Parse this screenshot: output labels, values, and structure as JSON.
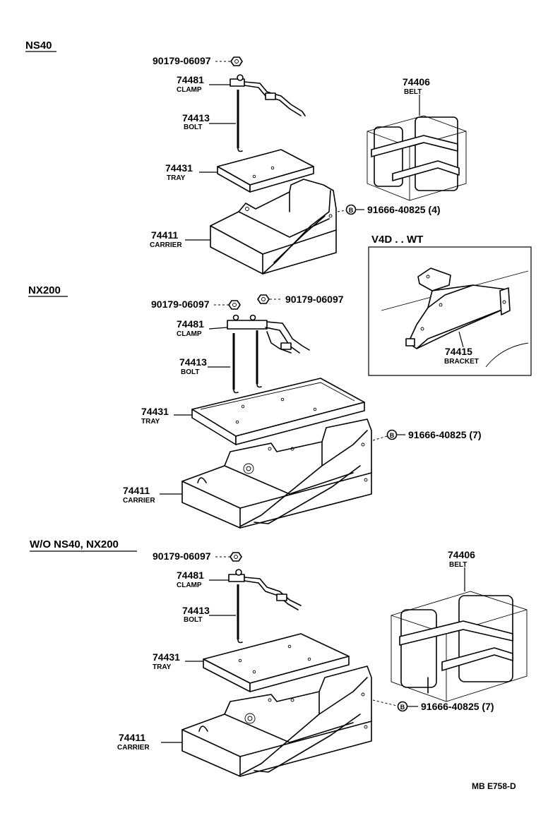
{
  "sections": [
    {
      "title": "NS40",
      "parts": {
        "nut": {
          "number": "90179-06097"
        },
        "clamp": {
          "number": "74481",
          "name": "CLAMP"
        },
        "bolt": {
          "number": "74413",
          "name": "BOLT"
        },
        "tray": {
          "number": "74431",
          "name": "TRAY"
        },
        "carrier": {
          "number": "74411",
          "name": "CARRIER"
        },
        "belt": {
          "number": "74406",
          "name": "BELT"
        },
        "rivet": {
          "number": "91666-40825 (4)",
          "marker": "B"
        }
      }
    },
    {
      "title": "NX200",
      "parts": {
        "nut_left": {
          "number": "90179-06097"
        },
        "nut_right": {
          "number": "90179-06097"
        },
        "clamp": {
          "number": "74481",
          "name": "CLAMP"
        },
        "bolt": {
          "number": "74413",
          "name": "BOLT"
        },
        "tray": {
          "number": "74431",
          "name": "TRAY"
        },
        "carrier": {
          "number": "74411",
          "name": "CARRIER"
        },
        "rivet": {
          "number": "91666-40825 (7)",
          "marker": "B"
        }
      }
    },
    {
      "title": "W/O  NS40, NX200",
      "parts": {
        "nut": {
          "number": "90179-06097"
        },
        "clamp": {
          "number": "74481",
          "name": "CLAMP"
        },
        "bolt": {
          "number": "74413",
          "name": "BOLT"
        },
        "tray": {
          "number": "74431",
          "name": "TRAY"
        },
        "carrier": {
          "number": "74411",
          "name": "CARRIER"
        },
        "belt": {
          "number": "74406",
          "name": "BELT"
        },
        "rivet": {
          "number": "91666-40825 (7)",
          "marker": "B"
        }
      }
    }
  ],
  "inset": {
    "title": "V4D . . WT",
    "bracket": {
      "number": "74415",
      "name": "BRACKET"
    }
  },
  "drawing_code": "MB  E758-D"
}
